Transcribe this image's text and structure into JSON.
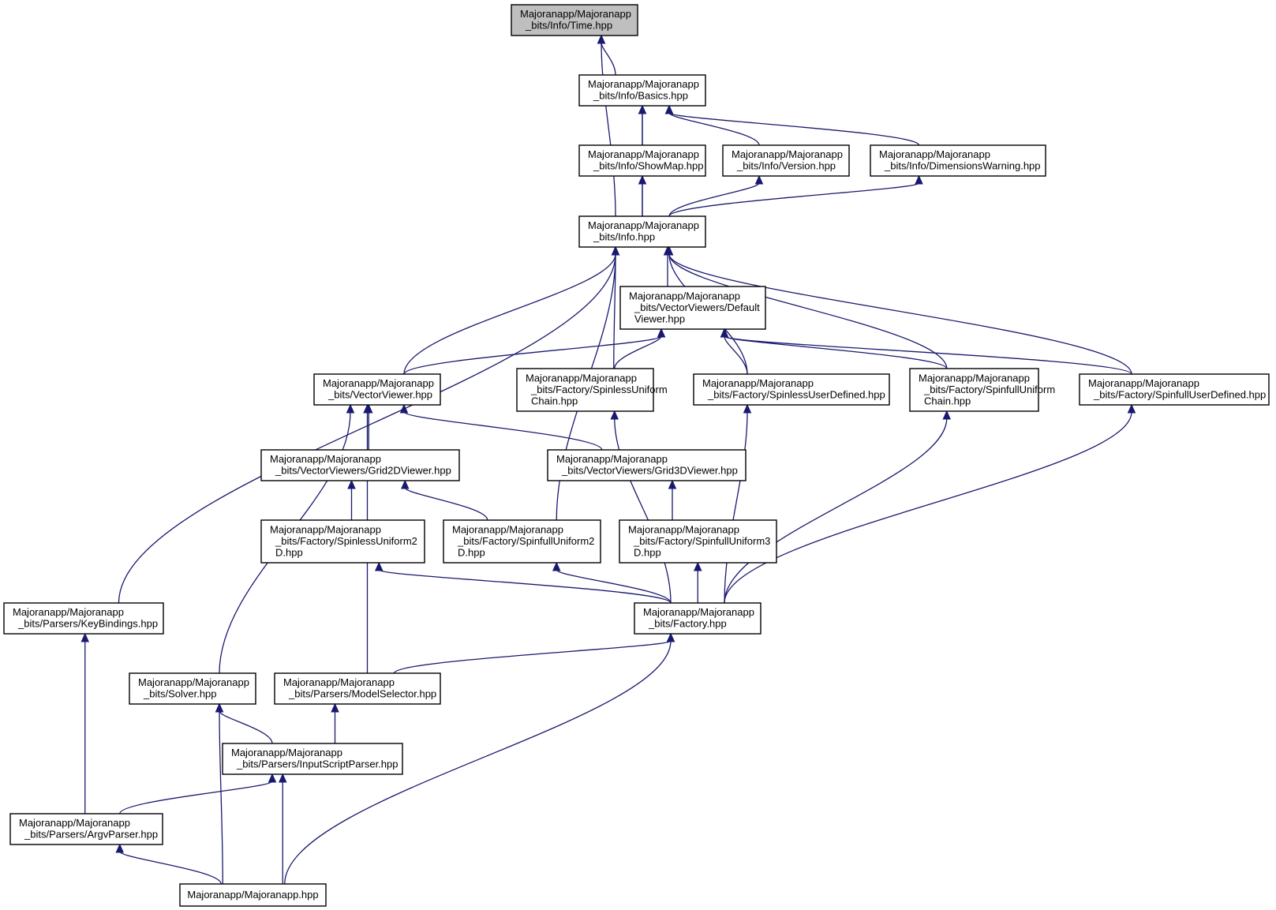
{
  "graph": {
    "nodes": [
      {
        "id": "time",
        "lines": [
          "Majoranapp/Majoranapp",
          "_bits/Info/Time.hpp"
        ],
        "highlighted": true
      },
      {
        "id": "basics",
        "lines": [
          "Majoranapp/Majoranapp",
          "_bits/Info/Basics.hpp"
        ]
      },
      {
        "id": "showmap",
        "lines": [
          "Majoranapp/Majoranapp",
          "_bits/Info/ShowMap.hpp"
        ]
      },
      {
        "id": "version",
        "lines": [
          "Majoranapp/Majoranapp",
          "_bits/Info/Version.hpp"
        ]
      },
      {
        "id": "dimwarn",
        "lines": [
          "Majoranapp/Majoranapp",
          "_bits/Info/DimensionsWarning.hpp"
        ]
      },
      {
        "id": "info",
        "lines": [
          "Majoranapp/Majoranapp",
          "_bits/Info.hpp"
        ]
      },
      {
        "id": "defaultviewer",
        "lines": [
          "Majoranapp/Majoranapp",
          "_bits/VectorViewers/Default",
          "Viewer.hpp"
        ]
      },
      {
        "id": "vectorviewer",
        "lines": [
          "Majoranapp/Majoranapp",
          "_bits/VectorViewer.hpp"
        ]
      },
      {
        "id": "spinlessuniformchain",
        "lines": [
          "Majoranapp/Majoranapp",
          "_bits/Factory/SpinlessUniform",
          "Chain.hpp"
        ]
      },
      {
        "id": "spinlessuserdefined",
        "lines": [
          "Majoranapp/Majoranapp",
          "_bits/Factory/SpinlessUserDefined.hpp"
        ]
      },
      {
        "id": "spinfulluniformchain",
        "lines": [
          "Majoranapp/Majoranapp",
          "_bits/Factory/SpinfullUniform",
          "Chain.hpp"
        ]
      },
      {
        "id": "spinfulluserdefined",
        "lines": [
          "Majoranapp/Majoranapp",
          "_bits/Factory/SpinfullUserDefined.hpp"
        ]
      },
      {
        "id": "grid2d",
        "lines": [
          "Majoranapp/Majoranapp",
          "_bits/VectorViewers/Grid2DViewer.hpp"
        ]
      },
      {
        "id": "grid3d",
        "lines": [
          "Majoranapp/Majoranapp",
          "_bits/VectorViewers/Grid3DViewer.hpp"
        ]
      },
      {
        "id": "spinlessuniform2d",
        "lines": [
          "Majoranapp/Majoranapp",
          "_bits/Factory/SpinlessUniform2",
          "D.hpp"
        ]
      },
      {
        "id": "spinfulluniform2d",
        "lines": [
          "Majoranapp/Majoranapp",
          "_bits/Factory/SpinfullUniform2",
          "D.hpp"
        ]
      },
      {
        "id": "spinfulluniform3d",
        "lines": [
          "Majoranapp/Majoranapp",
          "_bits/Factory/SpinfullUniform3",
          "D.hpp"
        ]
      },
      {
        "id": "keybindings",
        "lines": [
          "Majoranapp/Majoranapp",
          "_bits/Parsers/KeyBindings.hpp"
        ]
      },
      {
        "id": "factory",
        "lines": [
          "Majoranapp/Majoranapp",
          "_bits/Factory.hpp"
        ]
      },
      {
        "id": "solver",
        "lines": [
          "Majoranapp/Majoranapp",
          "_bits/Solver.hpp"
        ]
      },
      {
        "id": "modelselector",
        "lines": [
          "Majoranapp/Majoranapp",
          "_bits/Parsers/ModelSelector.hpp"
        ]
      },
      {
        "id": "inputscript",
        "lines": [
          "Majoranapp/Majoranapp",
          "_bits/Parsers/InputScriptParser.hpp"
        ]
      },
      {
        "id": "argvparser",
        "lines": [
          "Majoranapp/Majoranapp",
          "_bits/Parsers/ArgvParser.hpp"
        ]
      },
      {
        "id": "majoranapp",
        "lines": [
          "Majoranapp/Majoranapp.hpp"
        ]
      }
    ],
    "edges": [
      {
        "from": "basics",
        "to": "time"
      },
      {
        "from": "info",
        "to": "time"
      },
      {
        "from": "showmap",
        "to": "basics"
      },
      {
        "from": "version",
        "to": "basics"
      },
      {
        "from": "dimwarn",
        "to": "basics"
      },
      {
        "from": "info",
        "to": "basics"
      },
      {
        "from": "info",
        "to": "showmap"
      },
      {
        "from": "info",
        "to": "version"
      },
      {
        "from": "info",
        "to": "dimwarn"
      },
      {
        "from": "defaultviewer",
        "to": "info"
      },
      {
        "from": "vectorviewer",
        "to": "info"
      },
      {
        "from": "spinlessuniformchain",
        "to": "info"
      },
      {
        "from": "spinlessuserdefined",
        "to": "info"
      },
      {
        "from": "spinfulluniformchain",
        "to": "info"
      },
      {
        "from": "spinfulluserdefined",
        "to": "info"
      },
      {
        "from": "spinfulluniform2d",
        "to": "info"
      },
      {
        "from": "keybindings",
        "to": "info"
      },
      {
        "from": "vectorviewer",
        "to": "defaultviewer"
      },
      {
        "from": "spinlessuniformchain",
        "to": "defaultviewer"
      },
      {
        "from": "spinlessuserdefined",
        "to": "defaultviewer"
      },
      {
        "from": "spinfulluniformchain",
        "to": "defaultviewer"
      },
      {
        "from": "spinfulluserdefined",
        "to": "defaultviewer"
      },
      {
        "from": "grid2d",
        "to": "vectorviewer"
      },
      {
        "from": "grid3d",
        "to": "vectorviewer"
      },
      {
        "from": "solver",
        "to": "vectorviewer"
      },
      {
        "from": "modelselector",
        "to": "vectorviewer"
      },
      {
        "from": "spinlessuniform2d",
        "to": "grid2d"
      },
      {
        "from": "spinfulluniform2d",
        "to": "grid2d"
      },
      {
        "from": "spinfulluniform3d",
        "to": "grid3d"
      },
      {
        "from": "factory",
        "to": "spinlessuniformchain"
      },
      {
        "from": "factory",
        "to": "spinlessuserdefined"
      },
      {
        "from": "factory",
        "to": "spinfulluniformchain"
      },
      {
        "from": "factory",
        "to": "spinfulluserdefined"
      },
      {
        "from": "factory",
        "to": "spinlessuniform2d"
      },
      {
        "from": "factory",
        "to": "spinfulluniform2d"
      },
      {
        "from": "factory",
        "to": "spinfulluniform3d"
      },
      {
        "from": "modelselector",
        "to": "factory"
      },
      {
        "from": "majoranapp",
        "to": "factory"
      },
      {
        "from": "argvparser",
        "to": "keybindings"
      },
      {
        "from": "inputscript",
        "to": "solver"
      },
      {
        "from": "majoranapp",
        "to": "solver"
      },
      {
        "from": "inputscript",
        "to": "modelselector"
      },
      {
        "from": "argvparser",
        "to": "inputscript"
      },
      {
        "from": "majoranapp",
        "to": "inputscript"
      },
      {
        "from": "majoranapp",
        "to": "argvparser"
      }
    ]
  }
}
